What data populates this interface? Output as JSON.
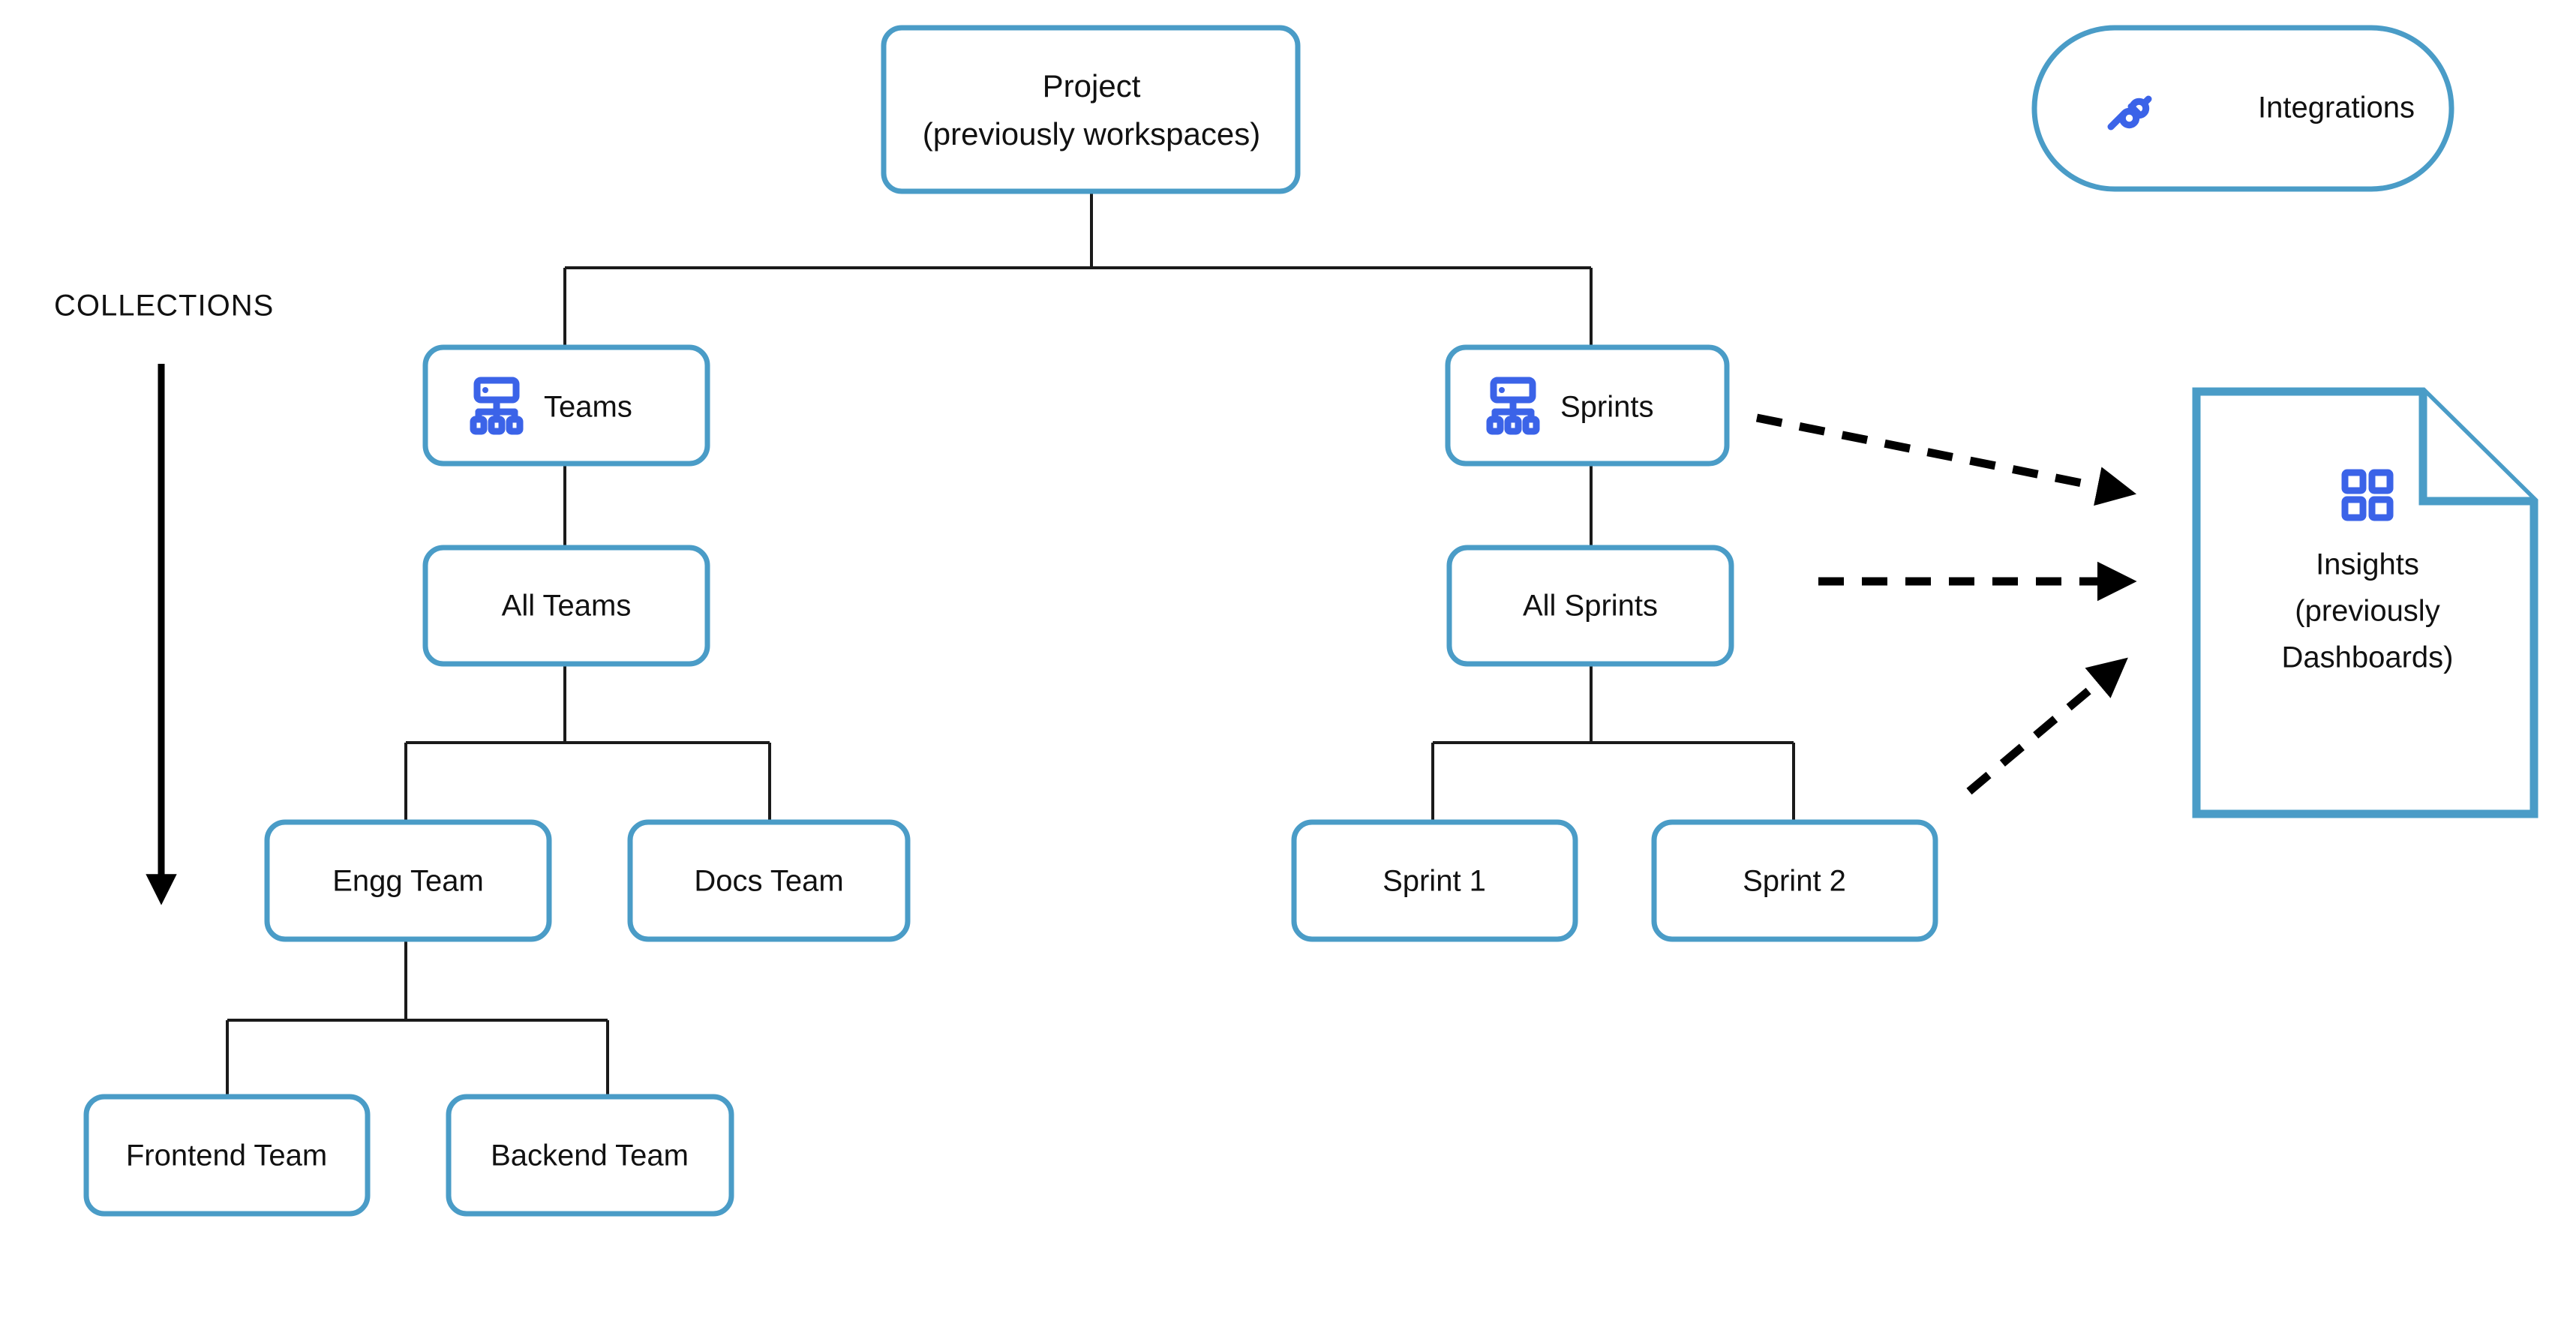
{
  "diagram": {
    "title_label": "COLLECTIONS",
    "accent_color": "#4a9cc7",
    "icon_color": "#3b63e8",
    "connector_color": "#1a1a1a",
    "background": "#ffffff"
  },
  "nodes": {
    "project": {
      "line1": "Project",
      "line2": "(previously workspaces)",
      "shape": "rounded-rect"
    },
    "integrations": {
      "label": "Integrations",
      "icon": "plug-connector-icon",
      "shape": "pill"
    },
    "teams": {
      "label": "Teams",
      "icon": "hierarchy-icon",
      "shape": "rounded-rect"
    },
    "sprints": {
      "label": "Sprints",
      "icon": "hierarchy-icon",
      "shape": "rounded-rect"
    },
    "all_teams": {
      "label": "All Teams",
      "shape": "rounded-rect"
    },
    "all_sprints": {
      "label": "All Sprints",
      "shape": "rounded-rect"
    },
    "engg_team": {
      "label": "Engg Team",
      "shape": "rounded-rect"
    },
    "docs_team": {
      "label": "Docs Team",
      "shape": "rounded-rect"
    },
    "sprint_1": {
      "label": "Sprint 1",
      "shape": "rounded-rect"
    },
    "sprint_2": {
      "label": "Sprint 2",
      "shape": "rounded-rect"
    },
    "frontend_team": {
      "label": "Frontend Team",
      "shape": "rounded-rect"
    },
    "backend_team": {
      "label": "Backend Team",
      "shape": "rounded-rect"
    },
    "insights": {
      "line1": "Insights",
      "line2": "(previously",
      "line3": "Dashboards)",
      "icon": "grid-2x2-icon",
      "shape": "document-folded-corner"
    }
  },
  "edges": [
    {
      "from": "project",
      "to": "teams",
      "style": "solid"
    },
    {
      "from": "project",
      "to": "sprints",
      "style": "solid"
    },
    {
      "from": "teams",
      "to": "all_teams",
      "style": "solid"
    },
    {
      "from": "all_teams",
      "to": "engg_team",
      "style": "solid"
    },
    {
      "from": "all_teams",
      "to": "docs_team",
      "style": "solid"
    },
    {
      "from": "engg_team",
      "to": "frontend_team",
      "style": "solid"
    },
    {
      "from": "engg_team",
      "to": "backend_team",
      "style": "solid"
    },
    {
      "from": "sprints",
      "to": "all_sprints",
      "style": "solid"
    },
    {
      "from": "all_sprints",
      "to": "sprint_1",
      "style": "solid"
    },
    {
      "from": "all_sprints",
      "to": "sprint_2",
      "style": "solid"
    },
    {
      "from": "sprints",
      "to": "insights",
      "style": "dashed-arrow"
    },
    {
      "from": "all_sprints",
      "to": "insights",
      "style": "dashed-arrow"
    },
    {
      "from": "sprint_2",
      "to": "insights",
      "style": "dashed-arrow"
    }
  ],
  "annotations": {
    "collections_direction_arrow": "down"
  }
}
